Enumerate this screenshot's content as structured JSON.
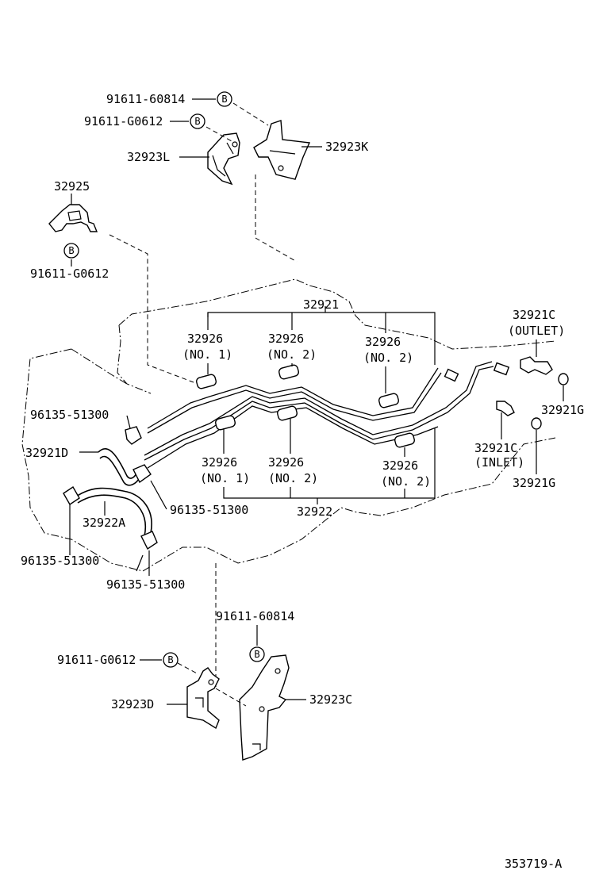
{
  "labels": {
    "bolt_top_1": "91611-60814",
    "bolt_top_2": "91611-G0612",
    "bracket_L": "32923L",
    "bracket_K": "32923K",
    "clamp_32925": "32925",
    "bolt_left": "91611-G0612",
    "pipe_32921": "32921",
    "cushion_1": "32926",
    "cushion_1_sub": "(NO. 1)",
    "cushion_2": "32926",
    "cushion_2_sub": "(NO. 2)",
    "cushion_3": "32926",
    "cushion_3_sub": "(NO. 2)",
    "union_outlet": "32921C",
    "union_outlet_sub": "(OUTLET)",
    "gasket_1": "32921G",
    "union_inlet": "32921C",
    "union_inlet_sub": "(INLET)",
    "gasket_2": "32921G",
    "clip_1": "96135-51300",
    "hose_32921D": "32921D",
    "clip_2": "96135-51300",
    "hose_32922A": "32922A",
    "clip_3": "96135-51300",
    "clip_4": "96135-51300",
    "cushion_4": "32926",
    "cushion_4_sub": "(NO. 1)",
    "cushion_5": "32926",
    "cushion_5_sub": "(NO. 2)",
    "cushion_6": "32926",
    "cushion_6_sub": "(NO. 2)",
    "pipe_32922": "32922",
    "bolt_bottom_1": "91611-60814",
    "bolt_bottom_2": "91611-G0612",
    "bracket_D": "32923D",
    "bracket_C": "32923C",
    "diagram_id": "353719-A"
  },
  "bubbles": {
    "b1": "B",
    "b2": "B",
    "b3": "B",
    "b4": "B",
    "b5": "B"
  }
}
